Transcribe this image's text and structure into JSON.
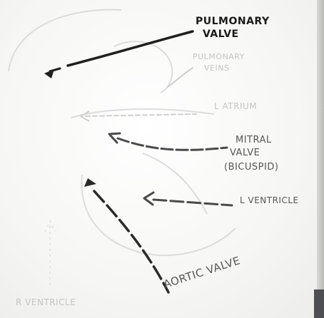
{
  "labels": {
    "pulmonary_valve_line1": "PULMONARY",
    "pulmonary_valve_line2": "VALVE",
    "pulmonary_veins_line1": "PULMONARY",
    "pulmonary_veins_line2": "VEINS",
    "left_atrium": "L ATRIUM",
    "mitral_valve_line1": "MITRAL",
    "mitral_valve_line2": "VALVE",
    "mitral_valve_line3": "(BICUSPID)",
    "left_ventricle": "L VENTRICLE",
    "aortic_valve": "AORTIC VALVE",
    "right_ventricle": "R VENTRICLE"
  },
  "colors": {
    "marker_dark": "#1a1a1a",
    "marker_mid": "#565656",
    "ghost": "#c4c4c4",
    "board": "#f7f7f5"
  }
}
